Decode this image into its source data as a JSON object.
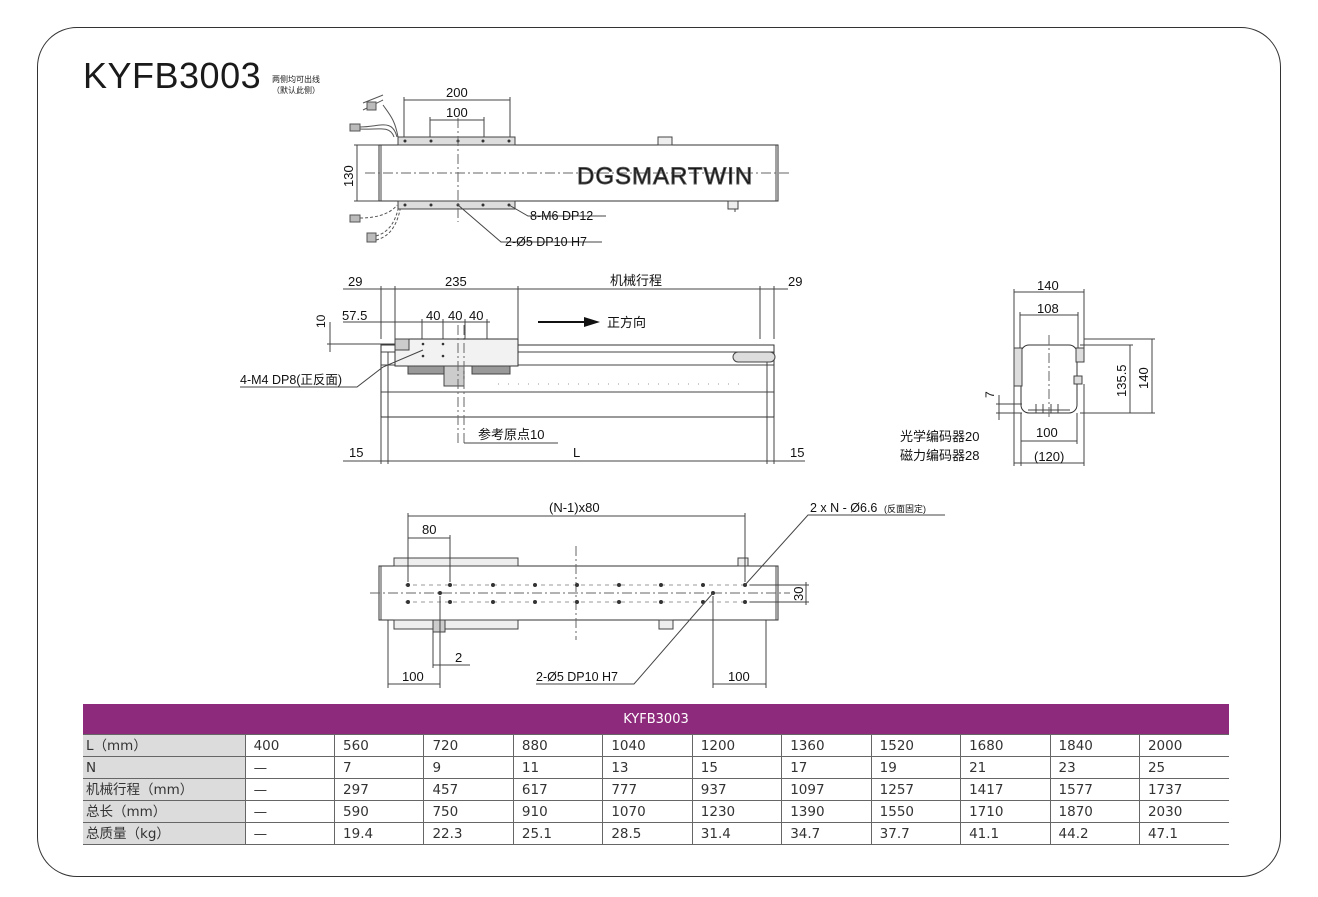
{
  "colors": {
    "accent": "#8e2a7c",
    "line": "#444444",
    "rowhead_bg": "#dcdcdc"
  },
  "model": "KYFB3003",
  "note": {
    "line1": "两侧均可出线",
    "line2": "（默认此侧）"
  },
  "top_view": {
    "dim_200": "200",
    "dim_100": "100",
    "dim_130": "130",
    "brand": "DGSMARTWIN",
    "callout_holes": "8-M6 DP12",
    "callout_pins": "2-Ø5 DP10 H7"
  },
  "side_view": {
    "dim_29_left": "29",
    "dim_235": "235",
    "stroke": "机械行程",
    "dim_29_right": "29",
    "dim_10": "10",
    "dim_57_5": "57.5",
    "dim_40a": "40",
    "dim_40b": "40",
    "dim_40c": "40",
    "direction": "正方向",
    "callout_m4": "4-M4 DP8(正反面)",
    "ref_origin": "参考原点10",
    "dim_15_left": "15",
    "dim_L": "L",
    "dim_15_right": "15"
  },
  "end_view": {
    "dim_140_top": "140",
    "dim_108": "108",
    "dim_135_5": "135.5",
    "dim_140_side": "140",
    "dim_7": "7",
    "dim_100": "100",
    "dim_120": "(120)",
    "optical": "光学编码器20",
    "magnetic": "磁力编码器28"
  },
  "bottom_view": {
    "pitch": "(N-1)x80",
    "callout_holes": "2 x N - Ø6.6",
    "callout_note": "(反面固定)",
    "dim_80": "80",
    "dim_30": "30",
    "dim_2": "2",
    "dim_100_left": "100",
    "callout_pins": "2-Ø5 DP10 H7",
    "dim_100_right": "100"
  },
  "table": {
    "header": "KYFB3003",
    "rows": [
      {
        "label": "L（mm）",
        "cells": [
          "400",
          "560",
          "720",
          "880",
          "1040",
          "1200",
          "1360",
          "1520",
          "1680",
          "1840",
          "2000"
        ]
      },
      {
        "label": "N",
        "cells": [
          "—",
          "7",
          "9",
          "11",
          "13",
          "15",
          "17",
          "19",
          "21",
          "23",
          "25"
        ]
      },
      {
        "label": "机械行程（mm）",
        "cells": [
          "—",
          "297",
          "457",
          "617",
          "777",
          "937",
          "1097",
          "1257",
          "1417",
          "1577",
          "1737"
        ]
      },
      {
        "label": "总长（mm）",
        "cells": [
          "—",
          "590",
          "750",
          "910",
          "1070",
          "1230",
          "1390",
          "1550",
          "1710",
          "1870",
          "2030"
        ]
      },
      {
        "label": "总质量（kg）",
        "cells": [
          "—",
          "19.4",
          "22.3",
          "25.1",
          "28.5",
          "31.4",
          "34.7",
          "37.7",
          "41.1",
          "44.2",
          "47.1"
        ]
      }
    ]
  }
}
